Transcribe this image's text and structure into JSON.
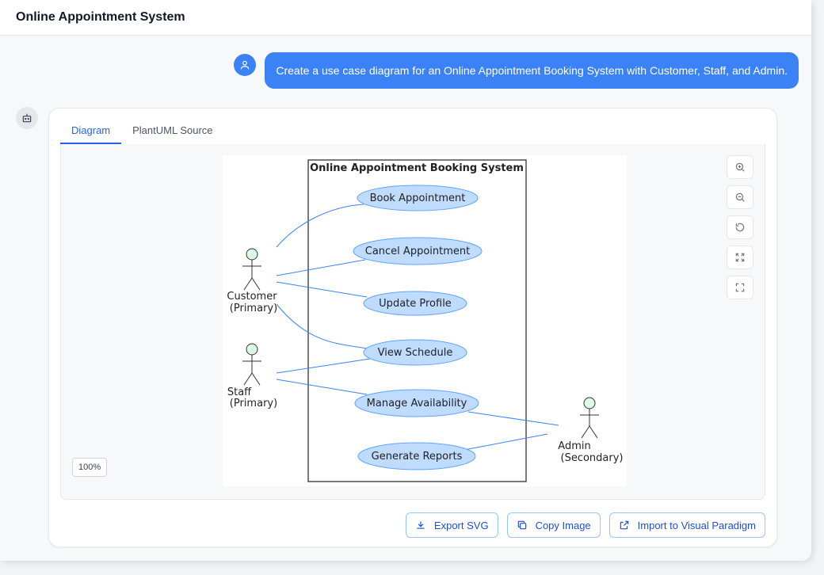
{
  "app": {
    "title": "Online Appointment System"
  },
  "chat": {
    "user_message": "Create a use case diagram for an Online Appointment Booking System with Customer, Staff, and Admin."
  },
  "tabs": [
    {
      "label": "Diagram",
      "active": true
    },
    {
      "label": "PlantUML Source",
      "active": false
    }
  ],
  "diagram": {
    "system_title": "Online Appointment Booking System",
    "actors": [
      {
        "name": "Customer",
        "role": "(Primary)"
      },
      {
        "name": "Staff",
        "role": "(Primary)"
      },
      {
        "name": "Admin",
        "role": "(Secondary)"
      }
    ],
    "use_cases": [
      "Book Appointment",
      "Cancel Appointment",
      "Update Profile",
      "View Schedule",
      "Manage Availability",
      "Generate Reports"
    ],
    "colors": {
      "usecase_fill": "#bfdbfe",
      "usecase_stroke": "#60a5fa",
      "actor_fill": "#dcfce7",
      "line": "#3b82f6"
    }
  },
  "viewer": {
    "zoom_level": "100%",
    "controls": [
      "zoom-in-icon",
      "zoom-out-icon",
      "reset-icon",
      "fit-icon",
      "fullscreen-icon"
    ]
  },
  "actions": {
    "export_svg": "Export SVG",
    "copy_image": "Copy Image",
    "import_vp": "Import to Visual Paradigm"
  },
  "colors": {
    "accent": "#3b82f6",
    "link": "#1d4ed8"
  }
}
